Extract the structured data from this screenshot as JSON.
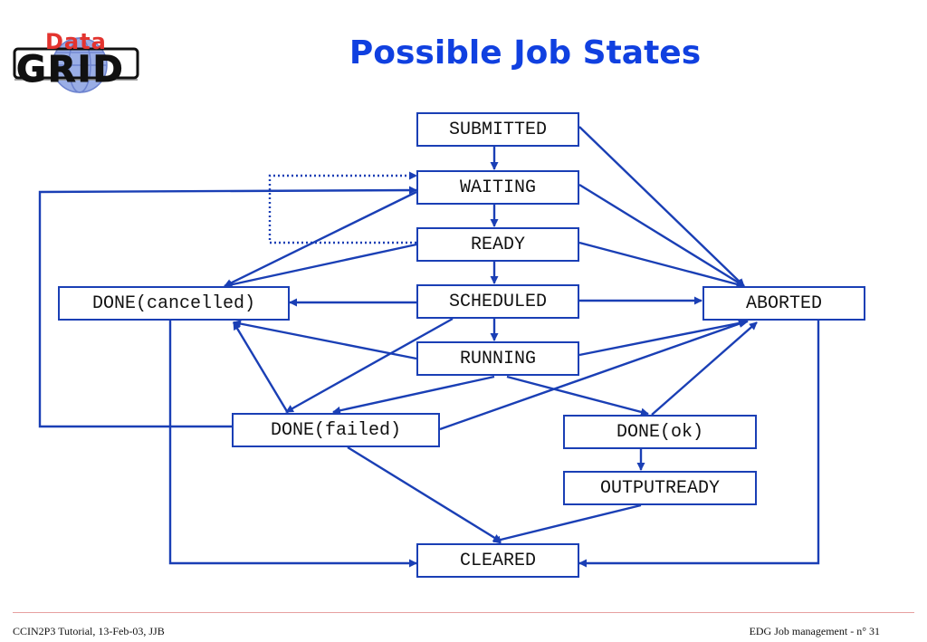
{
  "header": {
    "title": "Possible Job States",
    "logo": {
      "top_text": "Data",
      "bottom_text": "GRID",
      "icon": "globe-icon"
    }
  },
  "diagram": {
    "states": {
      "submitted": "SUBMITTED",
      "waiting": "WAITING",
      "ready": "READY",
      "scheduled": "SCHEDULED",
      "running": "RUNNING",
      "done_cancelled": "DONE(cancelled)",
      "aborted": "ABORTED",
      "done_failed": "DONE(failed)",
      "done_ok": "DONE(ok)",
      "outputready": "OUTPUTREADY",
      "cleared": "CLEARED"
    },
    "line_color": "#1a3fb5"
  },
  "footer": {
    "left": "CCIN2P3 Tutorial, 13-Feb-03, JJB",
    "right": "EDG Job management - n° 31"
  }
}
